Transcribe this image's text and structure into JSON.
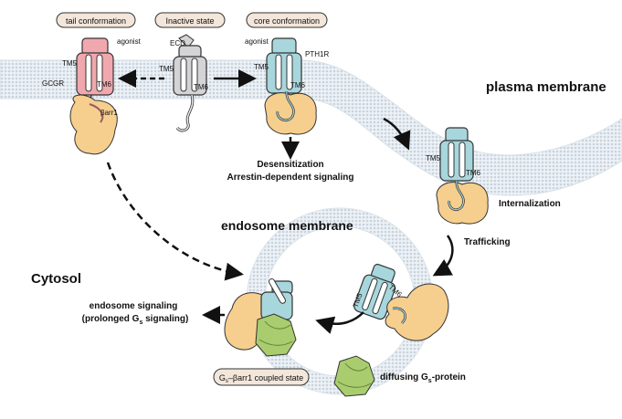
{
  "labels": {
    "tail_conformation": "tail conformation",
    "inactive_state": "Inactive state",
    "core_conformation": "core conformation",
    "agonist_left": "agonist",
    "agonist_core": "agonist",
    "ecd": "ECD",
    "pth1r": "PTH1R",
    "gcgr": "GCGR",
    "tm5": "TM5",
    "tm6": "TM6",
    "barr1": "βarr1",
    "plasma_membrane": "plasma membrane",
    "endosome_membrane": "endosome membrane",
    "desensitization": "Desensitization",
    "arrestin_signaling": "Arrestin-dependent signaling",
    "internalization": "Internalization",
    "trafficking": "Trafficking",
    "cytosol": "Cytosol",
    "endosome_signaling": "endosome signaling",
    "prolonged_pre": "(prolonged G",
    "prolonged_sub": "s",
    "prolonged_post": " signaling)",
    "coupled_pre": "G",
    "coupled_sub": "s",
    "coupled_post": "–βarr1 coupled state",
    "diffusing_pre": "diffusing G",
    "diffusing_sub": "s",
    "diffusing_post": "-protein"
  },
  "colors": {
    "tail_receptor": "#f0a8ae",
    "inactive_receptor": "#d4d4d6",
    "core_receptor": "#a7d6dc",
    "arrestin": "#f6cf8e",
    "g_protein": "#a9cd6e",
    "membrane": "#dfe7ee",
    "label_box": "#f3e6da"
  }
}
